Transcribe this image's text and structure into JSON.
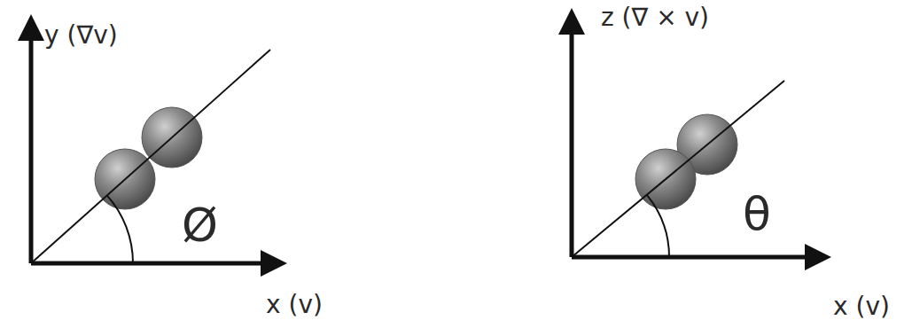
{
  "diagram": {
    "labels": [
      "y (∇v)",
      "x (v)",
      "Ø",
      "z (∇ × v)",
      "x (v)",
      "θ"
    ]
  }
}
